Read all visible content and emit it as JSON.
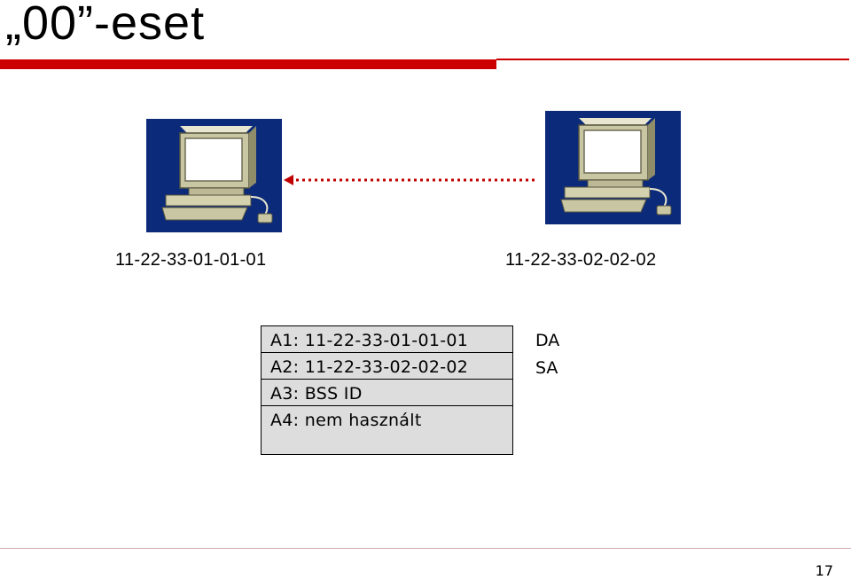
{
  "slide": {
    "title": "„00”-eset",
    "page_number": "17"
  },
  "colors": {
    "accent_red": "#cc0000",
    "computer_background": "#0b2a7a",
    "table_fill": "#dddddd"
  },
  "diagram": {
    "left_computer": {
      "icon": "desktop-computer-icon",
      "mac": "11-22-33-01-01-01"
    },
    "right_computer": {
      "icon": "desktop-computer-icon",
      "mac": "11-22-33-02-02-02"
    },
    "arrow": {
      "icon": "dotted-arrow-left-icon"
    }
  },
  "address_table": {
    "rows": [
      {
        "text": "A1: 11-22-33-01-01-01",
        "tag": "DA"
      },
      {
        "text": "A2: 11-22-33-02-02-02",
        "tag": "SA"
      },
      {
        "text": "A3: BSS ID"
      },
      {
        "text": "A4: nem használt"
      }
    ]
  }
}
